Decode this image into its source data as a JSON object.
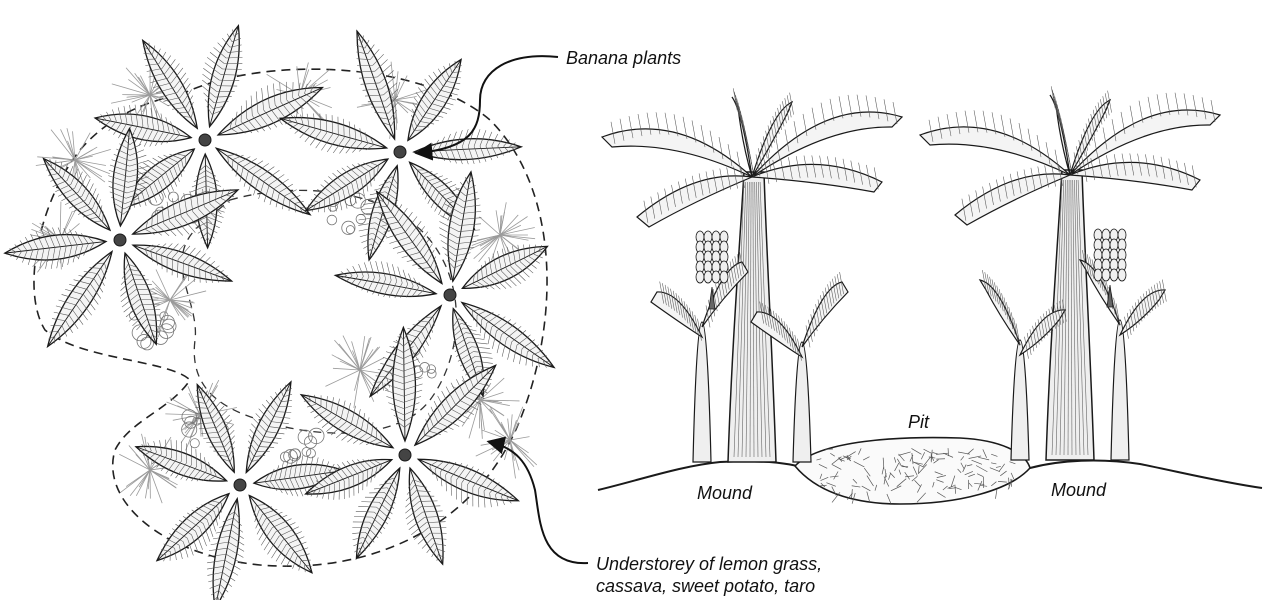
{
  "labels": {
    "banana_plants": "Banana plants",
    "understorey_line1": "Understorey of lemon grass,",
    "understorey_line2": "cassava, sweet potato, taro",
    "pit": "Pit",
    "mound_left": "Mound",
    "mound_right": "Mound"
  },
  "colors": {
    "ink": "#1a1a1a",
    "leaf_fill": "#f4f4f4",
    "grass": "#9a9a9a",
    "background": "#ffffff"
  }
}
